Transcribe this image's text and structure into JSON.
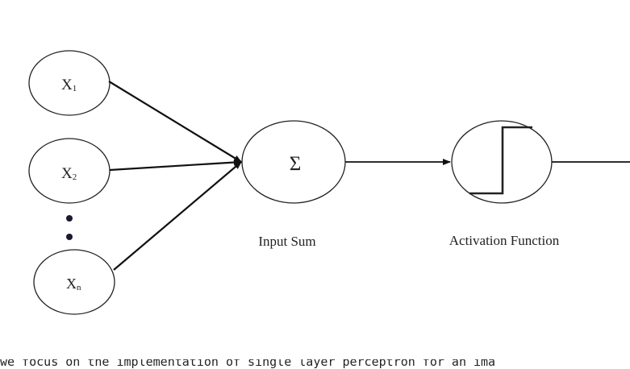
{
  "diagram": {
    "inputs": [
      {
        "base": "X",
        "sub": "1"
      },
      {
        "base": "X",
        "sub": "2"
      },
      {
        "base": "X",
        "sub": "n"
      }
    ],
    "sum_symbol": "Σ",
    "sum_label": "Input Sum",
    "activation_label": "Activation Function"
  },
  "body_text": "we focus on the implementation of single layer perceptron for an ima"
}
